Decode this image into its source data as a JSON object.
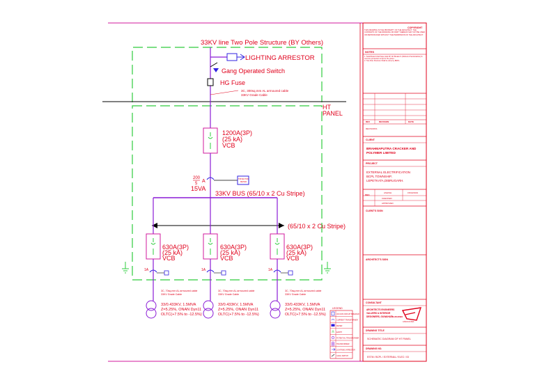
{
  "colors": {
    "red": "#e0001b",
    "green": "#2ecc3c",
    "purple": "#8a1ad6",
    "magenta": "#d0189e",
    "blue": "#3020e0",
    "black": "#000000"
  },
  "diagram": {
    "line_title": "33KV line Two Pole Structure (BY Others)",
    "lightning_arrestor": "LIGHTING ARRESTOR",
    "gang_switch": "Gang Operated Switch",
    "hg_fuse": "HG Fuse",
    "cable_incoming_line1": "3C, 300sq.mm AL armoured cable",
    "cable_incoming_line2": "33KV Grade Cable",
    "ht_panel_line1": "HT",
    "ht_panel_line2": "PANEL",
    "incomer_vcb": {
      "rating": "1200A(3P)",
      "ka": "(25 kA)",
      "type": "VCB"
    },
    "ct_ratio": "200",
    "ct_ratio_sub": "5",
    "ct_a": "A",
    "ct_va": "15VA",
    "meter_label_1": "TRIVECTOR",
    "meter_label_2": "METER",
    "bus_label": "33KV BUS (65/10 x 2 Cu Stripe)",
    "bus2_label": "(65/10 x 2 Cu Stripe)",
    "feeders": [
      {
        "rating": "630A(3P)",
        "ka": "(25 kA)",
        "type": "VCB",
        "ct": "1A",
        "cable1": "3C, 70sq.mm AL armoured cable",
        "cable2": "33KV Grade Cable",
        "tx1": "33/0.433KV, 1.5MVA",
        "tx2": "Z=5.25%, ONAN Dyn11",
        "tx3": "OLTC(+7.5% to -12.5%)"
      },
      {
        "rating": "630A(3P)",
        "ka": "(25 kA)",
        "type": "VCB",
        "ct": "1A",
        "cable1": "3C, 70sq.mm AL armoured cable",
        "cable2": "33KV Grade Cable",
        "tx1": "33/0.433KV, 1.5MVA",
        "tx2": "Z=5.25%, ONAN Dyn11",
        "tx3": "OLTC(+7.5% to -12.5%)"
      },
      {
        "rating": "630A(3P)",
        "ka": "(25 kA)",
        "type": "VCB",
        "ct": "1A",
        "cable1": "3C, 70sq.mm AL armoured cable",
        "cable2": "33KV Grade Cable",
        "tx1": "33/0.433KV, 1.5MVA",
        "tx2": "Z=5.25%, ONAN Dyn11",
        "tx3": "OLTC(+7.5% to -12.5%)"
      }
    ],
    "legend": {
      "title": "LEGEND",
      "items": [
        "VACUUM CIRCUIT BREAKER",
        "CURRENT TRANSFORMER",
        "METER",
        "EARTH",
        "POTENTIAL TRANSFORMER",
        "TRANSFORMER",
        "LIGHTNING ARRESTOR",
        "GANG SWITCH"
      ]
    }
  },
  "title_block": {
    "copyright_title": "COPYRIGHT",
    "copyright_text": "THIS DRAWING IS THE PROPERTY OF THE ARCHITECT. THE CONTENTS OF THE DRAWING OR PART THEREOF MAY NOT BE USED OR REPRODUCED WITHOUT THE PERMISSION OF THE ARCHITECT.",
    "notes_header": "NOTES",
    "notes": [
      "1. Switchboard shall have total 4P, GF Breaker's (Robust & Sectionalizer) & common protection & trip for the panel.",
      "2. Two Pole Structure Shall be done by BDPL."
    ],
    "rev_cols": [
      "REV",
      "REVISION",
      "DATE"
    ],
    "revisions_label": "REVISIONS",
    "client_header": "CLIENT",
    "client_name_1": "BRAHMAPUTRA CRACKER AND",
    "client_name_2": "POLYMER LIMITED",
    "project_header": "PROJECT",
    "project_1": "EXTERNAL ELECTRIFICATION",
    "project_2": "BCPL TOWNSHIP,",
    "project_3": "LEPETKATA,DIBRUGARH.",
    "drawn_labels": [
      "KBA",
      "ASHISH",
      "15/02/2019",
      "CHECKED",
      "APPROVED"
    ],
    "clients_sign": "CLIENT'S SIGN",
    "architects_sign": "ARCHITECT'S SIGN",
    "consultant_header": "CONSULTANT",
    "consultant_1": "ARCHITECTS ENGINEERS",
    "consultant_2": "VALUERS & INTERIOR",
    "consultant_3": "DESIGNERS, GUWAHATI",
    "consultant_logo": "RAJKHOWA",
    "consultant_logo_sub": "ASSOCIATES",
    "drawing_title_header": "DRAWING TITLE",
    "drawing_title": "SCHEMATIC DIAGRAM OF HT PANEL",
    "drawing_no_header": "DRAWING NO.",
    "drawing_no": "ESTM / BCPL / EXTERNAL / ELEC / 03"
  }
}
